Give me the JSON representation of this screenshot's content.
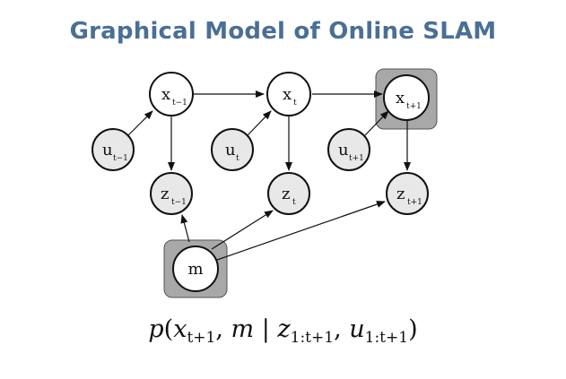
{
  "title": "Graphical Model of Online SLAM",
  "nodes": {
    "x_prev": {
      "main": "x",
      "sub": "t−1"
    },
    "x_curr": {
      "main": "x",
      "sub": "t"
    },
    "x_next": {
      "main": "x",
      "sub": "t+1"
    },
    "u_prev": {
      "main": "u",
      "sub": "t−1"
    },
    "u_curr": {
      "main": "u",
      "sub": "t"
    },
    "u_next": {
      "main": "u",
      "sub": "t+1"
    },
    "z_prev": {
      "main": "z",
      "sub": "t−1"
    },
    "z_curr": {
      "main": "z",
      "sub": "t"
    },
    "z_next": {
      "main": "z",
      "sub": "t+1"
    },
    "map": {
      "main": "m"
    }
  },
  "formula": {
    "p": "p",
    "open": "(",
    "x": "x",
    "x_sub": "t+1",
    "comma1": ", ",
    "m": "m",
    "bar": " | ",
    "z": "z",
    "z_sub": "1:t+1",
    "comma2": ", ",
    "u": "u",
    "u_sub": "1:t+1",
    "close": ")"
  },
  "colors": {
    "title": "#4a6f96",
    "shaded_node": "#e8e8e8",
    "highlight_box": "#a8a8a8"
  }
}
